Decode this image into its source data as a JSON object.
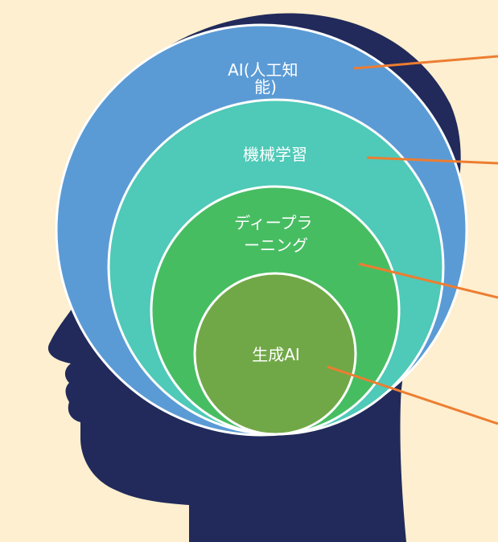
{
  "colors": {
    "background": "#fdefcf",
    "head": "#212a5a",
    "ai": "#5b9bd5",
    "machine_learning": "#4fc9b8",
    "deep_learning": "#47bd62",
    "generative_ai": "#71a847",
    "leader_line": "#ed7d31",
    "circle_stroke": "#ffffff"
  },
  "layers": [
    {
      "label_lines": [
        "AI(人工知",
        "能)"
      ]
    },
    {
      "label_lines": [
        "機械学習"
      ]
    },
    {
      "label_lines": [
        "ディープラ",
        "ーニング"
      ]
    },
    {
      "label_lines": [
        "生成AI"
      ]
    }
  ]
}
